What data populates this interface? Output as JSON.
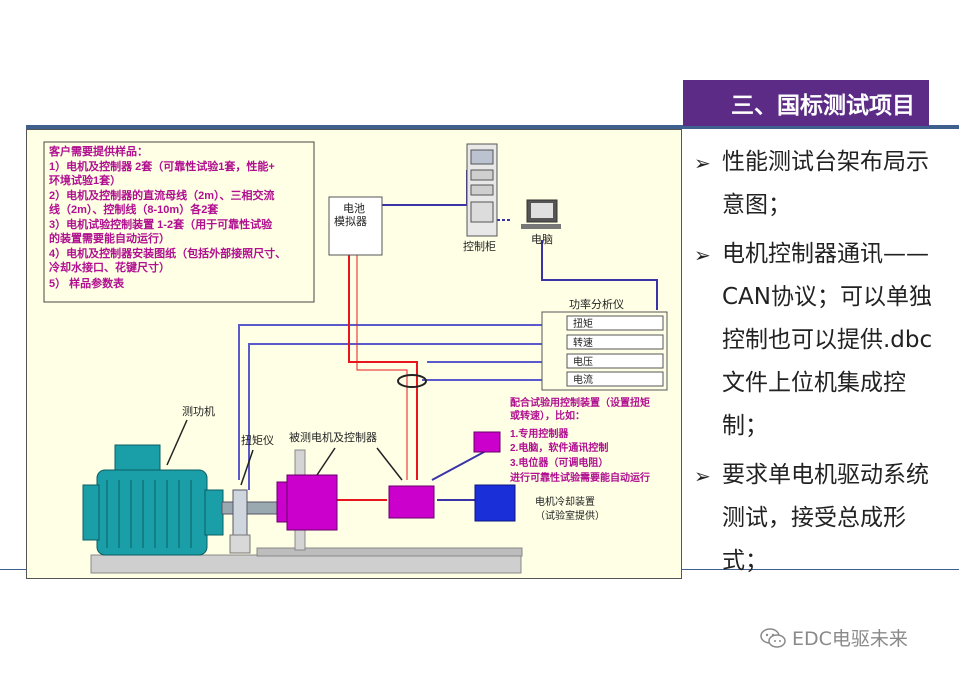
{
  "slide": {
    "section_title": "三、国标测试项目",
    "bullets": [
      "性能测试台架布局示意图；",
      "电机控制器通讯——CAN协议；可以单独控制也可以提供.dbc文件上位机集成控制；",
      "要求单电机驱动系统测试，接受总成形式；"
    ],
    "watermark": "EDC电驱未来"
  },
  "diagram": {
    "requirements": [
      "客户需要提供样品：",
      "1）电机及控制器 2套（可靠性试验1套，性能+",
      "环境试验1套）",
      "2）电机及控制器的直流母线（2m）、三相交流",
      "线（2m）、控制线（8-10m）各2套",
      "3）电机试验控制装置 1-2套（用于可靠性试验",
      "的装置需要能自动运行）",
      "4）电机及控制器安装图纸（包括外部接照尺寸、",
      "冷却水接口、花键尺寸）",
      "5） 样品参数表"
    ],
    "battery_line1": "电池",
    "battery_line2": "模拟器",
    "cabinet_label": "控制柜",
    "computer_label": "电脑",
    "analyzer_title": "功率分析仪",
    "analyzer_items": [
      "扭矩",
      "转速",
      "电压",
      "电流"
    ],
    "dyno_label": "测功机",
    "torque_label": "扭矩仪",
    "dut_label": "被测电机及控制器",
    "control_device": [
      "配合试验用控制装置（设置扭矩",
      "或转速），比如：",
      "1.专用控制器",
      "2.电脑，软件通讯控制",
      "3.电位器（可调电阻）",
      "进行可靠性试验需要能自动运行"
    ],
    "cooling_line1": "电机冷却装置",
    "cooling_line2": "（试验室提供）",
    "colors": {
      "magenta": "#cc00cc",
      "blue": "#1a2fd8",
      "teal": "#1a9ea8",
      "red_line": "#e8141e",
      "purple_line": "#3b33a8",
      "banner": "#5b2b86"
    }
  }
}
